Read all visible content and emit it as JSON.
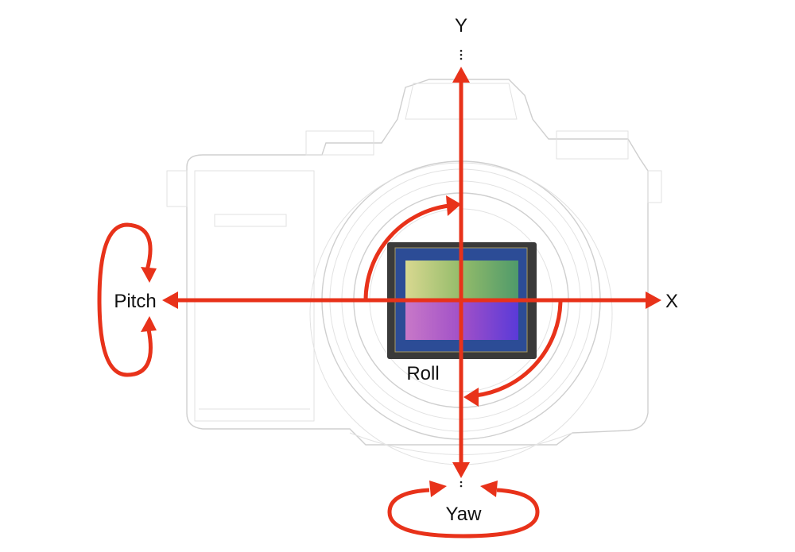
{
  "diagram": {
    "title": "Camera sensor stabilization axes",
    "labels": {
      "y_axis": "Y",
      "x_axis": "X",
      "pitch": "Pitch",
      "roll": "Roll",
      "yaw": "Yaw"
    },
    "colors": {
      "arrow": "#e8321a",
      "camera_outline": "#cfcfcf",
      "sensor_frame": "#3a3a3a"
    }
  }
}
